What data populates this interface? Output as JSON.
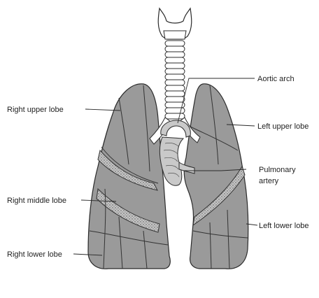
{
  "labels": {
    "right_upper_lobe": "Right upper lobe",
    "right_middle_lobe": "Right middle lobe",
    "right_lower_lobe": "Right lower lobe",
    "aortic_arch": "Aortic arch",
    "left_upper_lobe": "Left upper lobe",
    "pulmonary_artery_line1": "Pulmonary",
    "pulmonary_artery_line2": "artery",
    "left_lower_lobe": "Left lower lobe"
  },
  "colors": {
    "lung_fill": "#9a9a9a",
    "lung_outline": "#2b2b2b",
    "dotted_band": "#b5b5b5",
    "vessel_fill": "#c9c9c9",
    "trachea_ring_fill": "#ffffff",
    "label_text": "#1f1f1f",
    "background": "#ffffff"
  }
}
